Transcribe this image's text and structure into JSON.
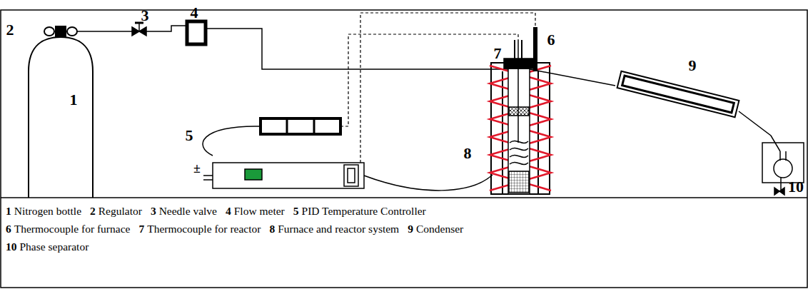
{
  "diagram": {
    "labels": [
      "1",
      "2",
      "3",
      "4",
      "5",
      "6",
      "7",
      "8",
      "9",
      "10",
      "±",
      "1",
      "Nitrogen bottle",
      "2",
      "Regulator",
      "3",
      "Needle valve",
      "4",
      "Flow meter",
      "5",
      "PID Temperature Controller",
      "6",
      "Thermocouple for furnace",
      "7",
      "Thermocouple for reactor",
      "8",
      "Furnace and reactor system",
      "9",
      "Condenser",
      "10",
      "Phase separator"
    ]
  }
}
